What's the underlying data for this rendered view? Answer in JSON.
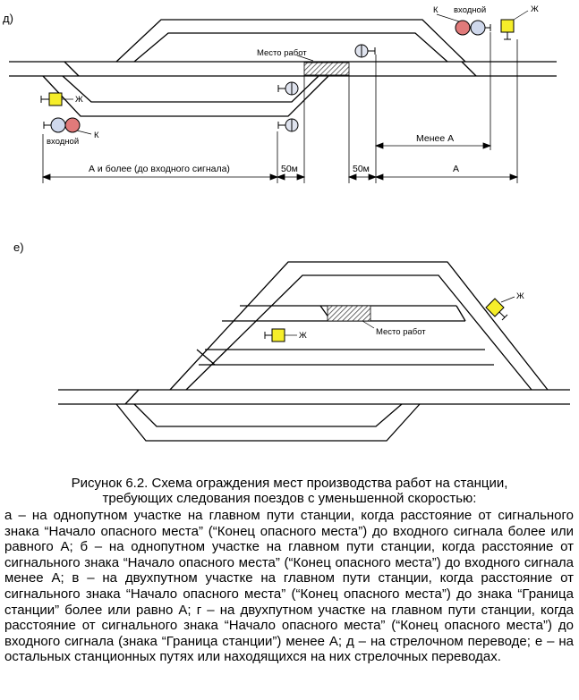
{
  "panel_d": {
    "label": "д)",
    "work_place": "Место работ",
    "signal_left": {
      "yellow_label": "Ж",
      "red_label": "К",
      "name": "входной"
    },
    "signal_right": {
      "yellow_label": "Ж",
      "red_label": "К",
      "name": "входной"
    },
    "dims": {
      "a_or_more": "А и более (до входного сигнала)",
      "m50_left": "50м",
      "m50_right": "50м",
      "less_a": "Менее А",
      "a": "А"
    }
  },
  "panel_e": {
    "label": "е)",
    "work_place": "Место работ",
    "yellow_label_1": "Ж",
    "yellow_label_2": "Ж"
  },
  "caption": {
    "line1": "Рисунок 6.2. Схема ограждения мест производства работ на станции,",
    "line2": "требующих следования поездов с уменьшенной скоростью:"
  },
  "body_text": "а – на однопутном участке на главном пути станции, когда расстояние от сигнального знака “Начало опасного места” (“Конец опасного места”) до входного сигнала более или равного А; б – на однопутном участке на главном пути станции, когда расстояние от сигнального знака “Начало опасного места” (“Конец опасного места”) до входного сигнала менее А; в – на двухпутном участке на главном пути станции, когда расстояние от сигнального знака “Начало опасного места” (“Конец опасного места”) до знака “Граница станции” более или равно А; г – на двухпутном участке на главном пути станции, когда расстояние от сигнального знака “Начало опасного места” (“Конец опасного места”) до входного сигнала (знака “Граница станции”) менее А; д – на стрелочном переводе; е – на остальных станционных путях или находящихся на них стрелочных переводах.",
  "colors": {
    "yellow": "#f6ee2a",
    "red": "#e07a7a",
    "blue_light": "#cfd8ec",
    "hatch": "#555555"
  }
}
